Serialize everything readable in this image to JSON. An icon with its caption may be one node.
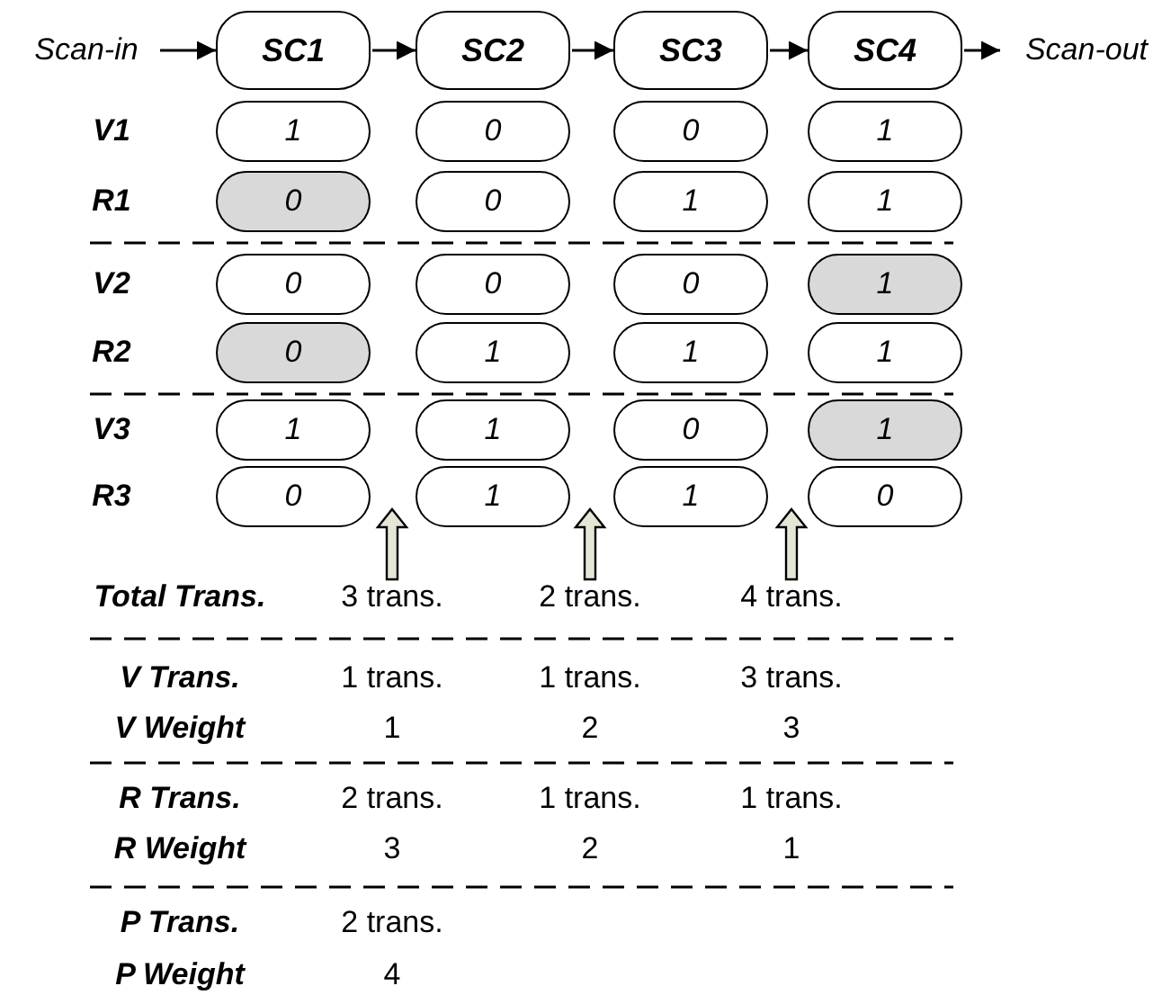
{
  "diagram": {
    "nodes": [
      {
        "text": [
          "Scan-in"
        ]
      },
      {
        "text": [
          "SC1"
        ]
      },
      {
        "text": [
          "SC2"
        ]
      },
      {
        "text": [
          "SC3"
        ]
      },
      {
        "text": [
          "SC4"
        ]
      },
      {
        "text": [
          "Scan-out"
        ]
      },
      {
        "text": [
          "1"
        ]
      },
      {
        "text": [
          "0"
        ]
      },
      {
        "text": [
          "0"
        ]
      },
      {
        "text": [
          "1"
        ]
      },
      {
        "text": [
          "0"
        ]
      },
      {
        "text": [
          "0"
        ]
      },
      {
        "text": [
          "1"
        ]
      },
      {
        "text": [
          "1"
        ]
      },
      {
        "text": [
          "0"
        ]
      },
      {
        "text": [
          "0"
        ]
      },
      {
        "text": [
          "0"
        ]
      },
      {
        "text": [
          "1"
        ]
      },
      {
        "text": [
          "0"
        ]
      },
      {
        "text": [
          "1"
        ]
      },
      {
        "text": [
          "1"
        ]
      },
      {
        "text": [
          "1"
        ]
      },
      {
        "text": [
          "1"
        ]
      },
      {
        "text": [
          "1"
        ]
      },
      {
        "text": [
          "0"
        ]
      },
      {
        "text": [
          "1"
        ]
      },
      {
        "text": [
          "0"
        ]
      },
      {
        "text": [
          "1"
        ]
      },
      {
        "text": [
          "1"
        ]
      },
      {
        "text": [
          "0"
        ]
      },
      {
        "text": [
          "3 trans."
        ]
      },
      {
        "text": [
          "2 trans."
        ]
      },
      {
        "text": [
          "4 trans."
        ]
      }
    ],
    "edges": [
      {
        "from": 0,
        "to": 1,
        "arrow": "to"
      },
      {
        "from": 1,
        "to": 2,
        "arrow": "to"
      },
      {
        "from": 2,
        "to": 3,
        "arrow": "to"
      },
      {
        "from": 3,
        "to": 4,
        "arrow": "to"
      },
      {
        "from": 4,
        "to": 5,
        "arrow": "to"
      },
      {
        "from": 30,
        "to": null,
        "arrow": "to"
      },
      {
        "from": 31,
        "to": null,
        "arrow": "to"
      },
      {
        "from": 32,
        "to": null,
        "arrow": "to"
      }
    ],
    "labels": [
      "V1",
      "R1",
      "V2",
      "R2",
      "V3",
      "R3",
      "Total Trans.",
      "V Trans.",
      "1 trans.",
      "1 trans.",
      "3 trans.",
      "V Weight",
      "1",
      "2",
      "3",
      "R Trans.",
      "2 trans.",
      "1 trans.",
      "1 trans.",
      "R Weight",
      "3",
      "2",
      "1",
      "P Trans.",
      "2 trans.",
      "P Weight",
      "4"
    ]
  }
}
